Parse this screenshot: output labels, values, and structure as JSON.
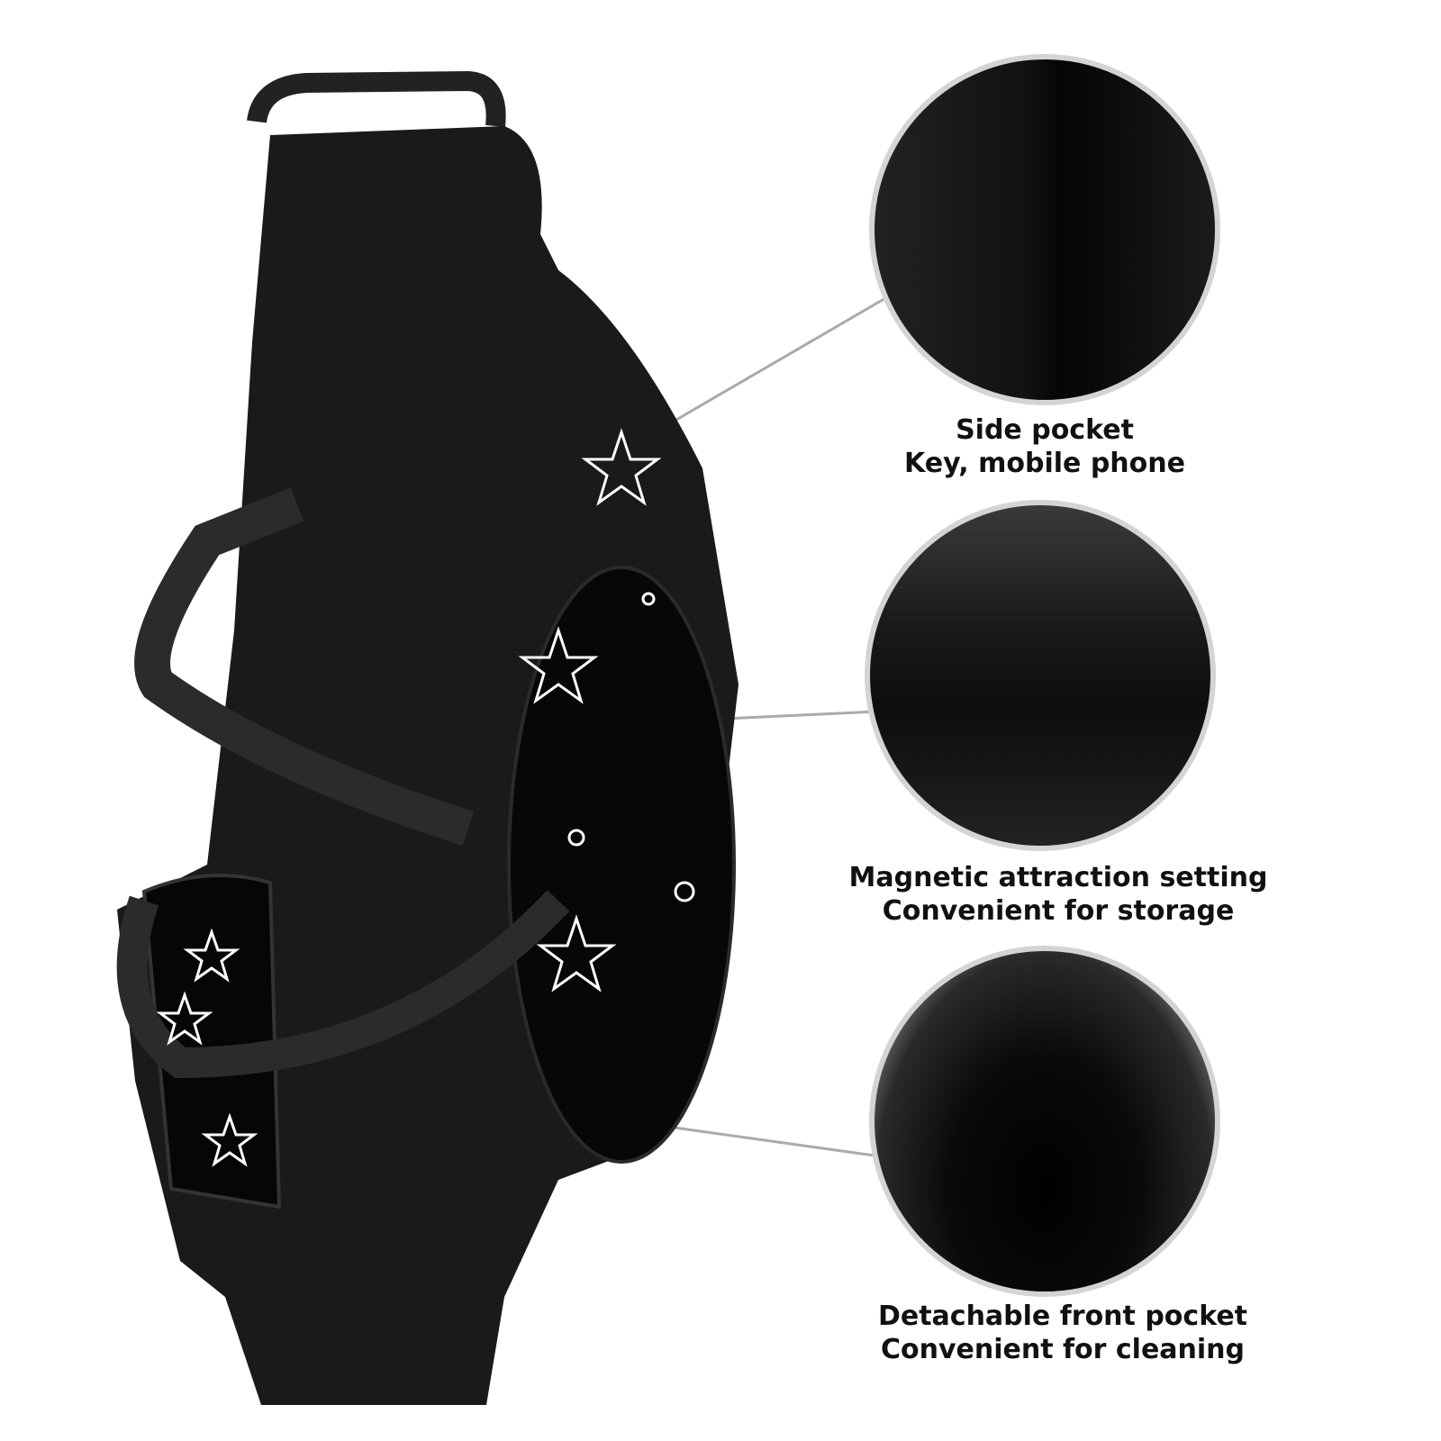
{
  "features": [
    {
      "title": "Side pocket",
      "subtitle": "Key, mobile phone",
      "icon": "side-pocket-zipper-closeup"
    },
    {
      "title": "Magnetic attraction setting",
      "subtitle": "Convenient for storage",
      "icon": "magnetic-pocket-closeup"
    },
    {
      "title": "Detachable front pocket",
      "subtitle": "Convenient for cleaning",
      "icon": "open-front-pocket-closeup"
    }
  ],
  "colors": {
    "bag": "#141414",
    "print": "#ffffff",
    "ring": "#d4d4d4",
    "text": "#111111"
  }
}
